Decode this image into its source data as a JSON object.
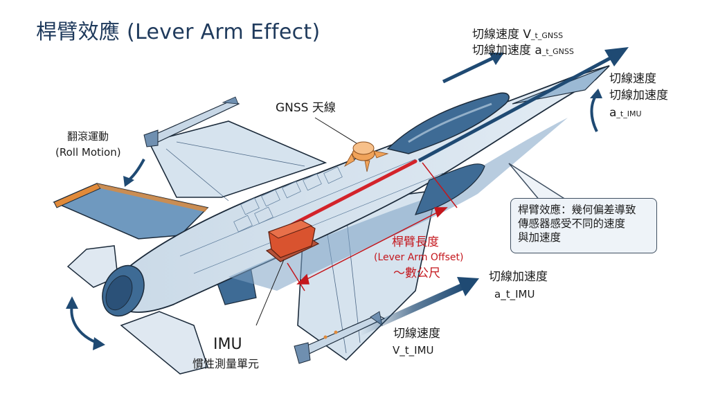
{
  "title": "桿臂效應 (Lever Arm Effect)",
  "labels": {
    "gnss_antenna": "GNSS 天線",
    "roll_motion_zh": "翻滾運動",
    "roll_motion_en": "(Roll Motion)",
    "imu_title": "IMU",
    "imu_subtitle": "慣性測量單元",
    "gnss_velocity_zh": "切線速度 V",
    "gnss_velocity_sub": "_t_GNSS",
    "gnss_accel_zh": "切線加速度 a",
    "gnss_accel_sub": "_t_GNSS",
    "nose_velocity": "切線速度",
    "nose_accel": "切線加速度",
    "nose_symbol": "a",
    "nose_symbol_sub": "_t_IMU",
    "lever_arm_zh": "桿臂長度",
    "lever_arm_en": "(Lever Arm Offset)",
    "lever_arm_value": "～數公尺",
    "imu_accel_zh": "切線加速度",
    "imu_accel_symbol": "a_t_IMU",
    "imu_velocity_zh": "切線速度",
    "imu_velocity_symbol": "V_t_IMU"
  },
  "callout": {
    "text_line1": "桿臂效應：幾何偏差導致",
    "text_line2": "傳感器感受不同的速度",
    "text_line3": "與加速度"
  },
  "colors": {
    "title": "#1f3a5c",
    "arrow_navy": "#1f4a73",
    "lever_red": "#d3232a",
    "imu_orange": "#d9532f",
    "antenna_orange": "#f0a35a",
    "airframe_light": "#d6e3ee",
    "airframe_mid": "#7ea3c4",
    "airframe_dark": "#3e6b95",
    "outline": "#1b2a3a",
    "stabilizer_edge": "#e08a3a"
  }
}
